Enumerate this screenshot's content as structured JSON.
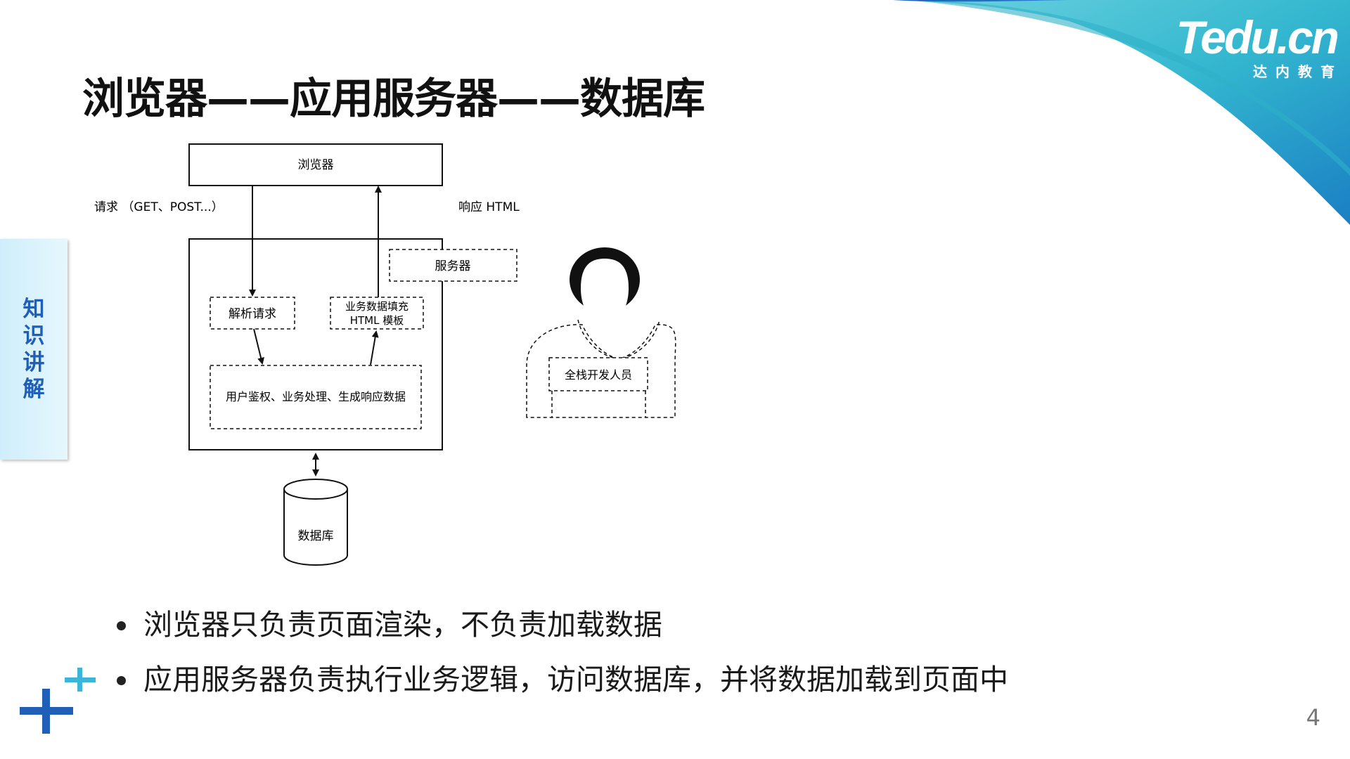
{
  "title": "浏览器——应用服务器——数据库",
  "side_tab": [
    "知",
    "识",
    "讲",
    "解"
  ],
  "logo": {
    "brand": "Tedu.cn",
    "subtitle": "达内教育"
  },
  "diagram": {
    "browser": "浏览器",
    "request_label": "请求 （GET、POST...）",
    "response_label": "响应 HTML",
    "server": "服务器",
    "parse_request": "解析请求",
    "fill_template_line1": "业务数据填充",
    "fill_template_line2": "HTML 模板",
    "processing": "用户鉴权、业务处理、生成响应数据",
    "database": "数据库",
    "fullstack": "全栈开发人员"
  },
  "bullets": [
    "浏览器只负责页面渲染，不负责加载数据",
    "应用服务器负责执行业务逻辑，访问数据库，并将数据加载到页面中"
  ],
  "page_number": "4",
  "colors": {
    "accent_blue": "#1f5fb8",
    "teal": "#3cc3d3",
    "deep_blue": "#1a6fc7"
  }
}
